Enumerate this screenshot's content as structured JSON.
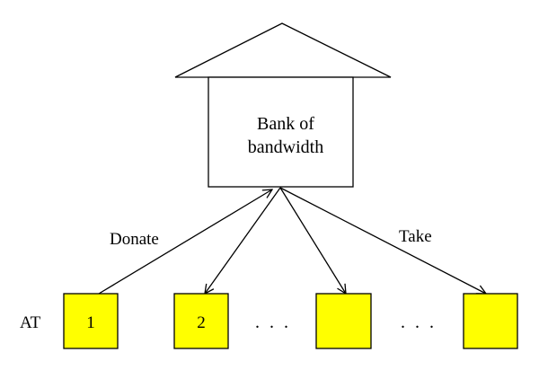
{
  "diagram": {
    "bank": {
      "label_line1": "Bank of",
      "label_line2": "bandwidth"
    },
    "edges": {
      "donate_label": "Donate",
      "take_label": "Take"
    },
    "row_label": "AT",
    "nodes": [
      {
        "label": "1"
      },
      {
        "label": "2"
      },
      {
        "label": ""
      },
      {
        "label": ""
      }
    ],
    "ellipsis": ". . .",
    "colors": {
      "node_fill": "#ffff00",
      "stroke": "#000000",
      "background": "#ffffff"
    }
  }
}
